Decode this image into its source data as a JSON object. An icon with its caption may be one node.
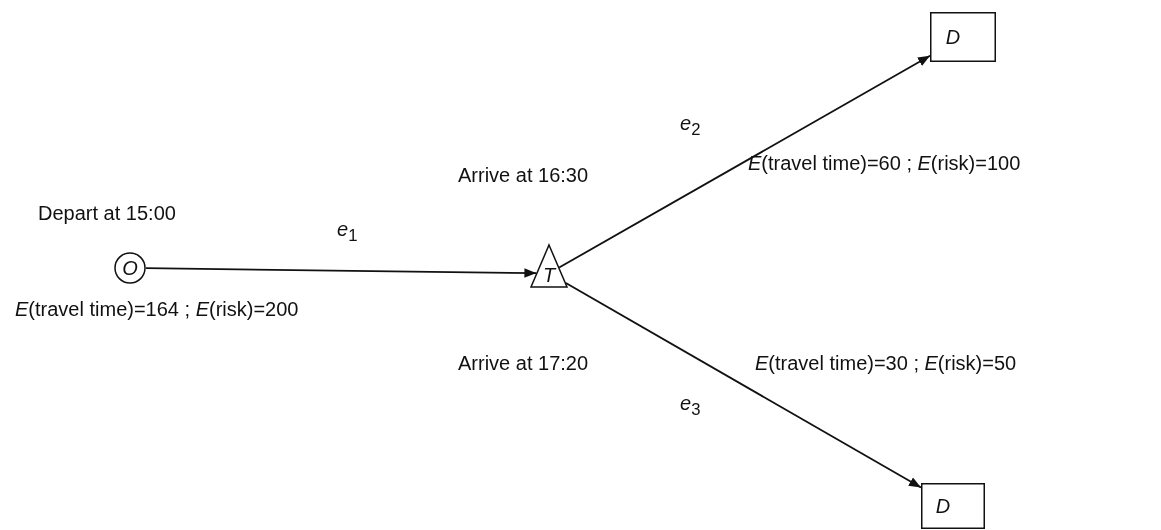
{
  "diagram": {
    "nodes": [
      {
        "text": [
          "O"
        ],
        "beside": [
          "Depart at 15:00"
        ]
      },
      {
        "text": [
          "T"
        ],
        "beside": [
          "Arrive at 16:30",
          "Arrive at 17:20"
        ]
      },
      {
        "text": [
          "D"
        ]
      },
      {
        "text": [
          "D"
        ]
      }
    ],
    "edges": [
      {
        "from": 0,
        "to": 1,
        "arrow": "to",
        "label": "*e*$_{1}$"
      },
      {
        "from": 1,
        "to": 2,
        "arrow": "to",
        "label": "*e*$_{2}$"
      },
      {
        "from": 1,
        "to": 3,
        "arrow": "to",
        "label": "*e*$_{3}$"
      }
    ],
    "labels": [
      "*E*(travel time)=164 ; *E*(risk)=200",
      "*E*(travel time)=60 ; *E*(risk)=100",
      "*E*(travel time)=30 ; *E*(risk)=50"
    ]
  }
}
